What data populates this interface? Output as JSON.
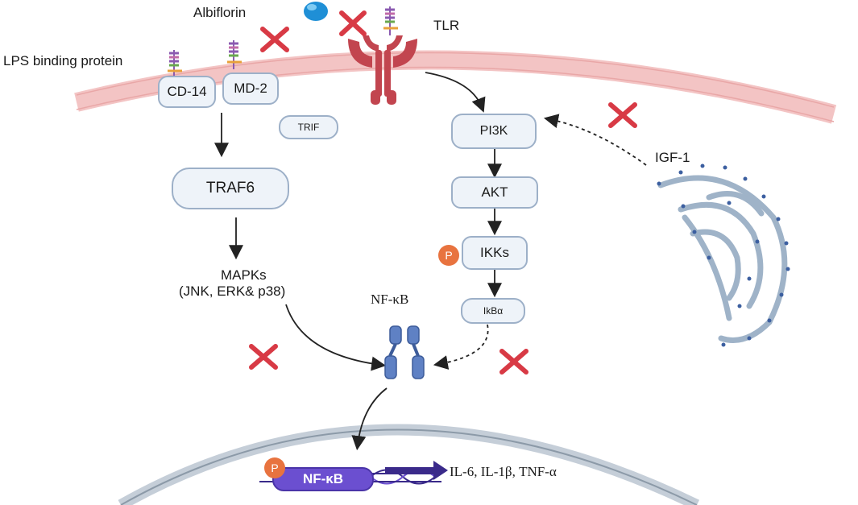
{
  "labels": {
    "albiflorin": "Albiflorin",
    "tlr": "TLR",
    "lps": "LPS binding protein",
    "igf1": "IGF-1",
    "nfkb_top": "NF-κB",
    "mapks_line1": "MAPKs",
    "mapks_line2": "(JNK, ERK& p38)",
    "cytokines": "IL-6,  IL-1β,  TNF-α"
  },
  "boxes": {
    "cd14": "CD-14",
    "md2": "MD-2",
    "trif": "TRIF",
    "traf6": "TRAF6",
    "pi3k": "PI3K",
    "akt": "AKT",
    "ikks": "IKKs",
    "ikba": "IkBα",
    "nfkb_nucleus": "NF-κB"
  },
  "badges": {
    "p": "P"
  },
  "colors": {
    "membrane": "#f3c4c4",
    "tlr": "#c2454f",
    "inhibit_x": "#d83a45",
    "box_fill": "#eef3f9",
    "box_border": "#9db0c8",
    "nfkb_dimer": "#5f81c4",
    "phospho": "#e8733f",
    "nucleus_border": "#8c9aa8",
    "er": "#9fb3c8"
  }
}
